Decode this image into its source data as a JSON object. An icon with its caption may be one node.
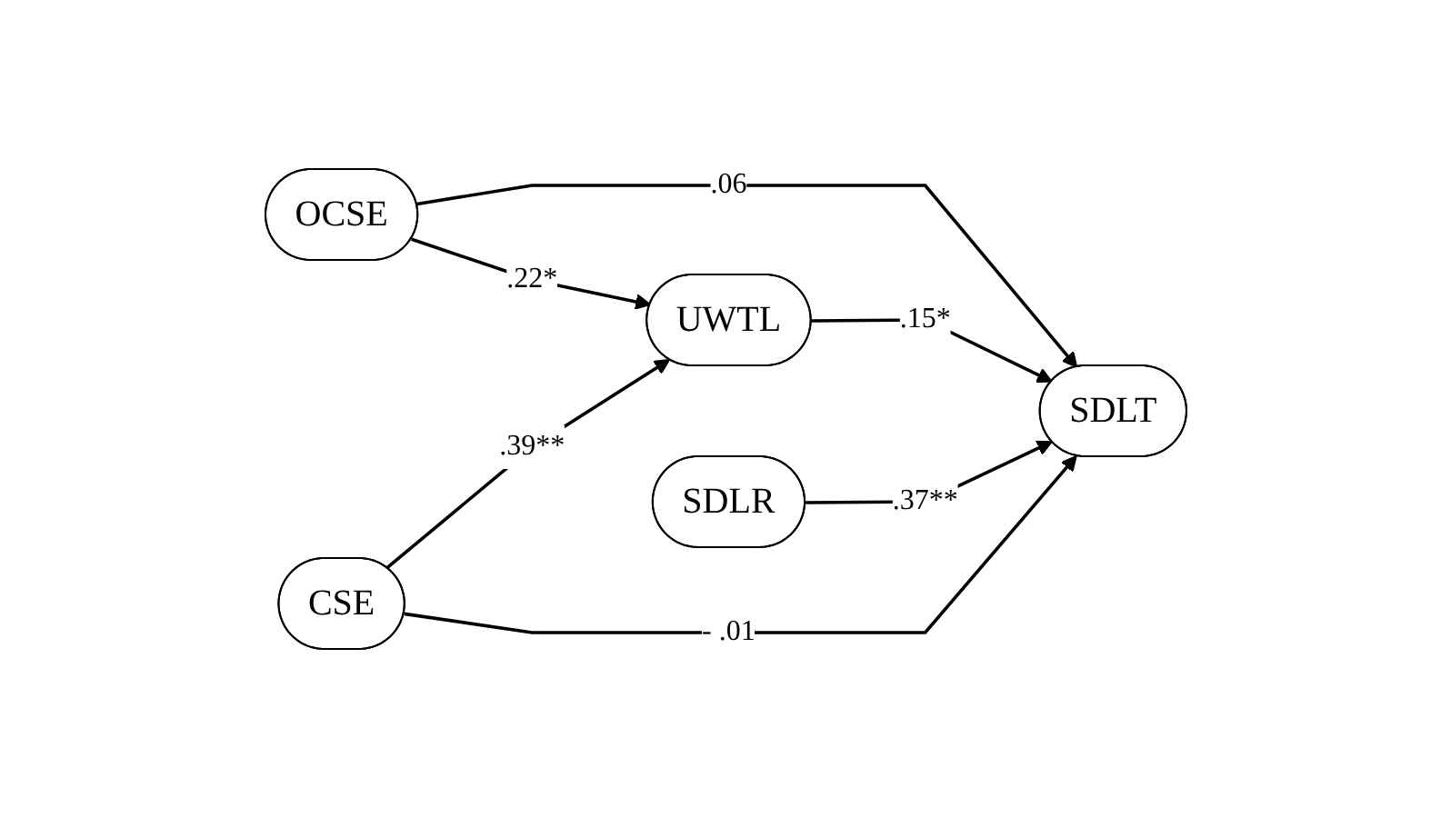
{
  "diagram": {
    "nodes": [
      {
        "text": [
          "OCSE"
        ]
      },
      {
        "text": [
          "UWTL"
        ]
      },
      {
        "text": [
          "SDLT"
        ]
      },
      {
        "text": [
          "SDLR"
        ]
      },
      {
        "text": [
          "CSE"
        ]
      }
    ],
    "edges": [
      {
        "from": 0,
        "to": 1,
        "arrow": "to",
        "label": ".22*"
      },
      {
        "from": 0,
        "to": 2,
        "arrow": "to",
        "label": ".06"
      },
      {
        "from": 1,
        "to": 2,
        "arrow": "to",
        "label": ".15*"
      },
      {
        "from": 3,
        "to": 2,
        "arrow": "to",
        "label": ".37**"
      },
      {
        "from": 4,
        "to": 1,
        "arrow": "to",
        "label": ".39**"
      },
      {
        "from": 4,
        "to": 2,
        "arrow": "to",
        "label": "- .01"
      }
    ]
  }
}
